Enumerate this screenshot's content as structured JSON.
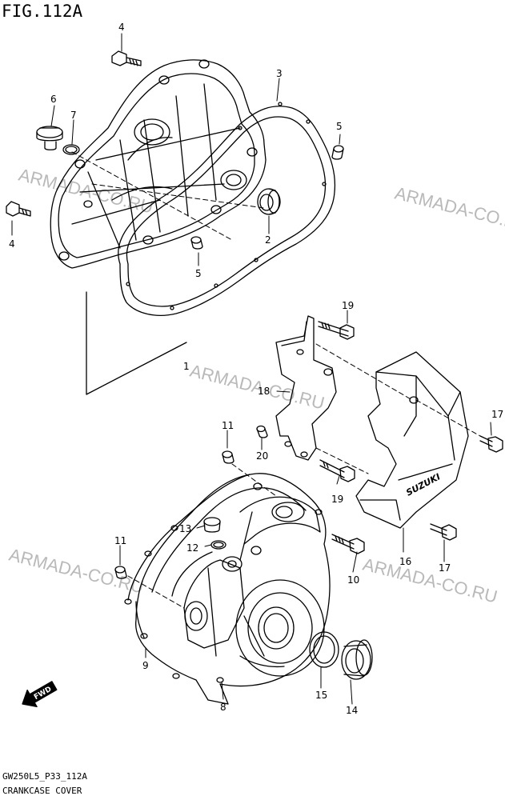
{
  "figure": {
    "title": "FIG.112A",
    "code": "GW250L5_P33_112A",
    "name": "CRANKCASE COVER"
  },
  "watermark": "ARMADA-CO.RU",
  "arrow_label": "FWD",
  "brand_text": "SUZUKI",
  "callouts": [
    "1",
    "2",
    "3",
    "4",
    "4",
    "5",
    "5",
    "6",
    "7",
    "8",
    "9",
    "10",
    "11",
    "11",
    "12",
    "13",
    "14",
    "15",
    "16",
    "17",
    "17",
    "18",
    "19",
    "19",
    "20"
  ]
}
